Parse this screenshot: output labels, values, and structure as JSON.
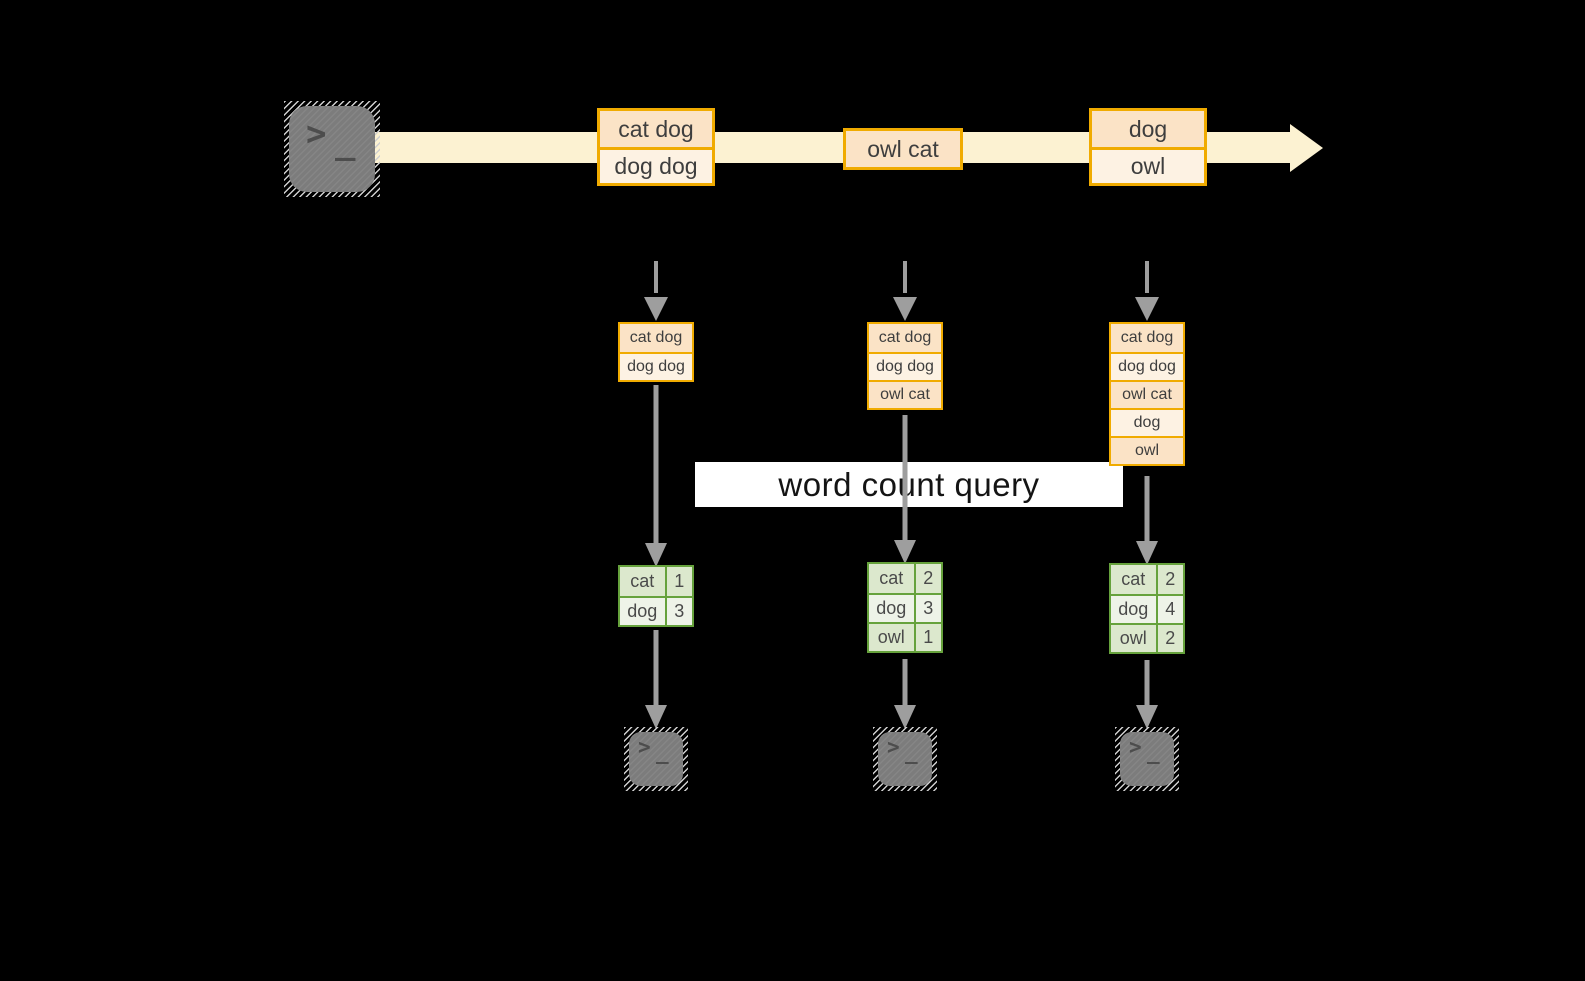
{
  "colors": {
    "background": "#000000",
    "stream_yellow": "#fcf2d2",
    "box_border_orange": "#f0ab00",
    "box_fill_dark_peach": "#fbe3c6",
    "box_fill_light_cream": "#fdf2e3",
    "table_border_green": "#66a23c",
    "table_fill_dark_green": "#dce8cd",
    "table_fill_light_green": "#eef3e8",
    "arrow_gray": "#9e9e9e",
    "terminal_gray": "#7c7c7c",
    "banner_bg": "#ffffff",
    "text_dark": "#3e3e3e"
  },
  "banner": {
    "label": "word count query"
  },
  "terminal": {
    "prompt_chevron": ">",
    "prompt_underscore": "_"
  },
  "stream": {
    "batches": [
      {
        "rows": [
          "cat dog",
          "dog dog"
        ]
      },
      {
        "rows": [
          "owl cat"
        ]
      },
      {
        "rows": [
          "dog",
          "owl"
        ]
      }
    ]
  },
  "columns": [
    {
      "buffer_rows": [
        "cat dog",
        "dog dog"
      ],
      "counts": [
        {
          "word": "cat",
          "count": "1"
        },
        {
          "word": "dog",
          "count": "3"
        }
      ]
    },
    {
      "buffer_rows": [
        "cat dog",
        "dog dog",
        "owl cat"
      ],
      "counts": [
        {
          "word": "cat",
          "count": "2"
        },
        {
          "word": "dog",
          "count": "3"
        },
        {
          "word": "owl",
          "count": "1"
        }
      ]
    },
    {
      "buffer_rows": [
        "cat dog",
        "dog dog",
        "owl cat",
        "dog",
        "owl"
      ],
      "counts": [
        {
          "word": "cat",
          "count": "2"
        },
        {
          "word": "dog",
          "count": "4"
        },
        {
          "word": "owl",
          "count": "2"
        }
      ]
    }
  ]
}
